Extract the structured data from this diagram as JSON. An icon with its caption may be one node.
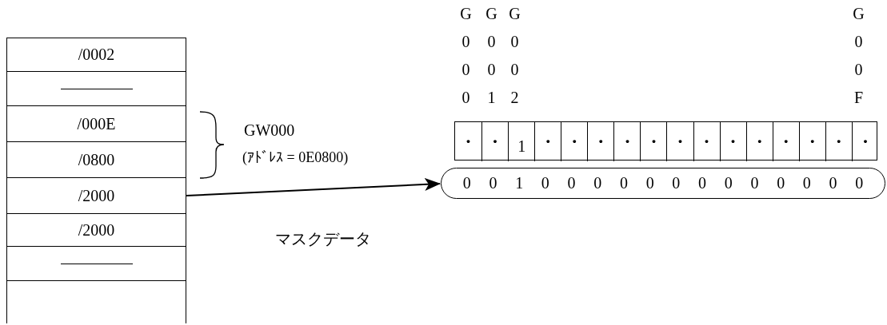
{
  "diagram": {
    "nodes": [
      {
        "text": [],
        "shape": "box"
      },
      {
        "text": [
          "/0002"
        ],
        "in": 0
      },
      {
        "text": [],
        "shape": "box",
        "in": 0
      },
      {
        "text": [
          "/000E"
        ],
        "in": 0
      },
      {
        "text": [
          "/0800"
        ],
        "in": 0
      },
      {
        "text": [
          "/2000"
        ],
        "in": 0
      },
      {
        "text": [
          "/2000"
        ],
        "in": 0
      },
      {
        "text": [],
        "shape": "box",
        "in": 0
      },
      {
        "text": [],
        "shape": "box",
        "in": 0
      },
      {
        "text": [],
        "shape": "box"
      },
      {
        "text": [
          "·"
        ],
        "in": 9
      },
      {
        "text": [
          "·"
        ],
        "in": 9
      },
      {
        "text": [
          "1"
        ],
        "in": 9
      },
      {
        "text": [
          "·"
        ],
        "in": 9
      },
      {
        "text": [
          "·"
        ],
        "in": 9
      },
      {
        "text": [
          "·"
        ],
        "in": 9
      },
      {
        "text": [
          "·"
        ],
        "in": 9
      },
      {
        "text": [
          "·"
        ],
        "in": 9
      },
      {
        "text": [
          "·"
        ],
        "in": 9
      },
      {
        "text": [
          "·"
        ],
        "in": 9
      },
      {
        "text": [
          "·"
        ],
        "in": 9
      },
      {
        "text": [
          "·"
        ],
        "in": 9
      },
      {
        "text": [
          "·"
        ],
        "in": 9
      },
      {
        "text": [
          "·"
        ],
        "in": 9
      },
      {
        "text": [
          "·"
        ],
        "in": 9
      },
      {
        "text": [
          "·"
        ],
        "in": 9
      },
      {
        "text": [
          "0 0 1 0 0 0 0 0 0 0 0 0 0 0 0 0"
        ]
      }
    ],
    "edges": [
      {
        "from": 5,
        "to": 26,
        "arrow": "to",
        "label": "マスクデータ"
      }
    ],
    "labels": [
      "G000",
      "G001",
      "G002",
      "G00F",
      "GW000",
      "(ｱﾄﾞﾚｽ = 0E0800)"
    ]
  }
}
